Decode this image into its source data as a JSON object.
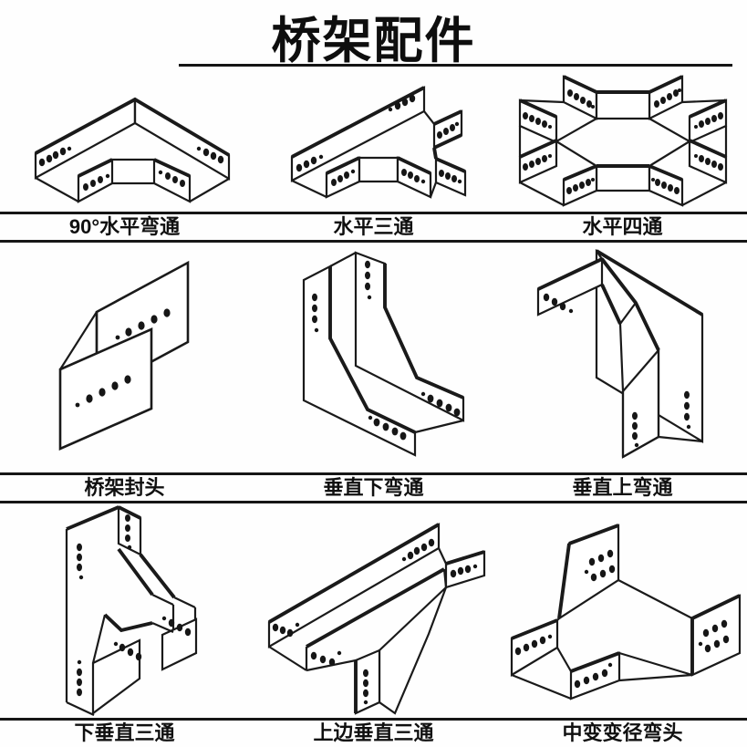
{
  "title": "桥架配件",
  "ink_color": "#1a1a1a",
  "rows": [
    {
      "cells": [
        {
          "label": "90°水平弯通",
          "figure": "90-degree-horizontal-elbow"
        },
        {
          "label": "水平三通",
          "figure": "horizontal-tee"
        },
        {
          "label": "水平四通",
          "figure": "horizontal-cross"
        }
      ]
    },
    {
      "cells": [
        {
          "label": "桥架封头",
          "figure": "tray-end-cap"
        },
        {
          "label": "垂直下弯通",
          "figure": "vertical-down-elbow"
        },
        {
          "label": "垂直上弯通",
          "figure": "vertical-up-elbow"
        }
      ]
    },
    {
      "cells": [
        {
          "label": "下垂直三通",
          "figure": "down-vertical-tee"
        },
        {
          "label": "上边垂直三通",
          "figure": "top-vertical-tee"
        },
        {
          "label": "中变变径弯头",
          "figure": "center-reducing-elbow"
        }
      ]
    }
  ]
}
